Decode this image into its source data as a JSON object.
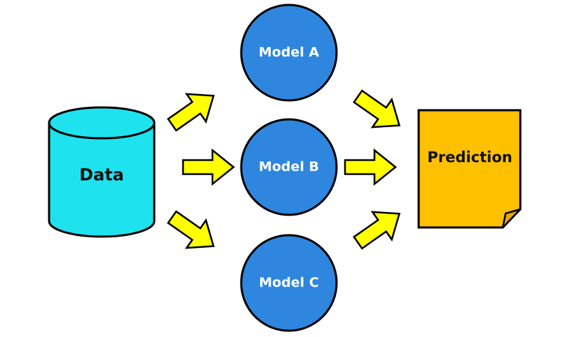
{
  "nodes": {
    "data": {
      "label": "Data",
      "color": "#1EE3EF"
    },
    "models": [
      {
        "label": "Model A",
        "color": "#2E86DE"
      },
      {
        "label": "Model B",
        "color": "#2E86DE"
      },
      {
        "label": "Model C",
        "color": "#2E86DE"
      }
    ],
    "prediction": {
      "label": "Prediction",
      "color": "#FFC000"
    }
  },
  "colors": {
    "arrow_fill": "#FFFF00",
    "outline": "#000000"
  }
}
